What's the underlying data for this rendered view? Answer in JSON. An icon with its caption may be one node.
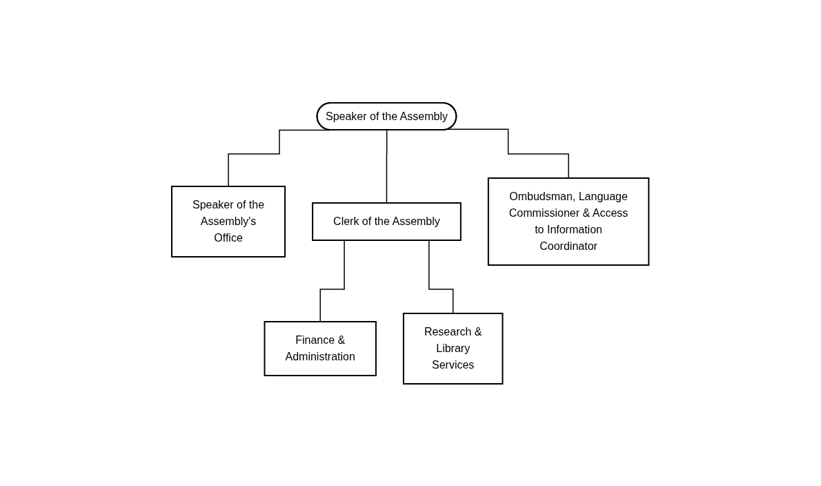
{
  "diagram": {
    "nodes": [
      {
        "text": [
          "Speaker of the Assembly"
        ]
      },
      {
        "text": [
          "Speaker of the Assembly's Office"
        ]
      },
      {
        "text": [
          "Clerk of the Assembly"
        ]
      },
      {
        "text": [
          "Ombudsman, Language Commissioner & Access to Information Coordinator"
        ]
      },
      {
        "text": [
          "Finance & Administration"
        ]
      },
      {
        "text": [
          "Research & Library Services"
        ]
      }
    ],
    "edges": [
      {
        "from": 0,
        "to": 1,
        "arrow": "none"
      },
      {
        "from": 0,
        "to": 2,
        "arrow": "none"
      },
      {
        "from": 0,
        "to": 3,
        "arrow": "none"
      },
      {
        "from": 2,
        "to": 4,
        "arrow": "none"
      },
      {
        "from": 2,
        "to": 5,
        "arrow": "none"
      }
    ]
  }
}
